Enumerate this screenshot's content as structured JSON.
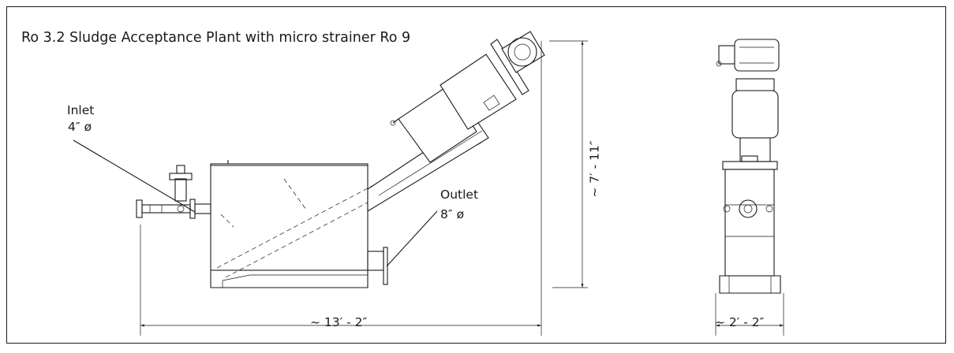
{
  "diagram": {
    "title": "Ro 3.2   Sludge Acceptance Plant with micro strainer Ro 9",
    "inlet": {
      "label": "Inlet",
      "size": "4″ ø"
    },
    "outlet": {
      "label": "Outlet",
      "size": "8″ ø"
    },
    "dimensions": {
      "height": "~ 7′ - 11″",
      "length": "~ 13′ - 2″",
      "width": "~ 2′ - 2″"
    }
  }
}
